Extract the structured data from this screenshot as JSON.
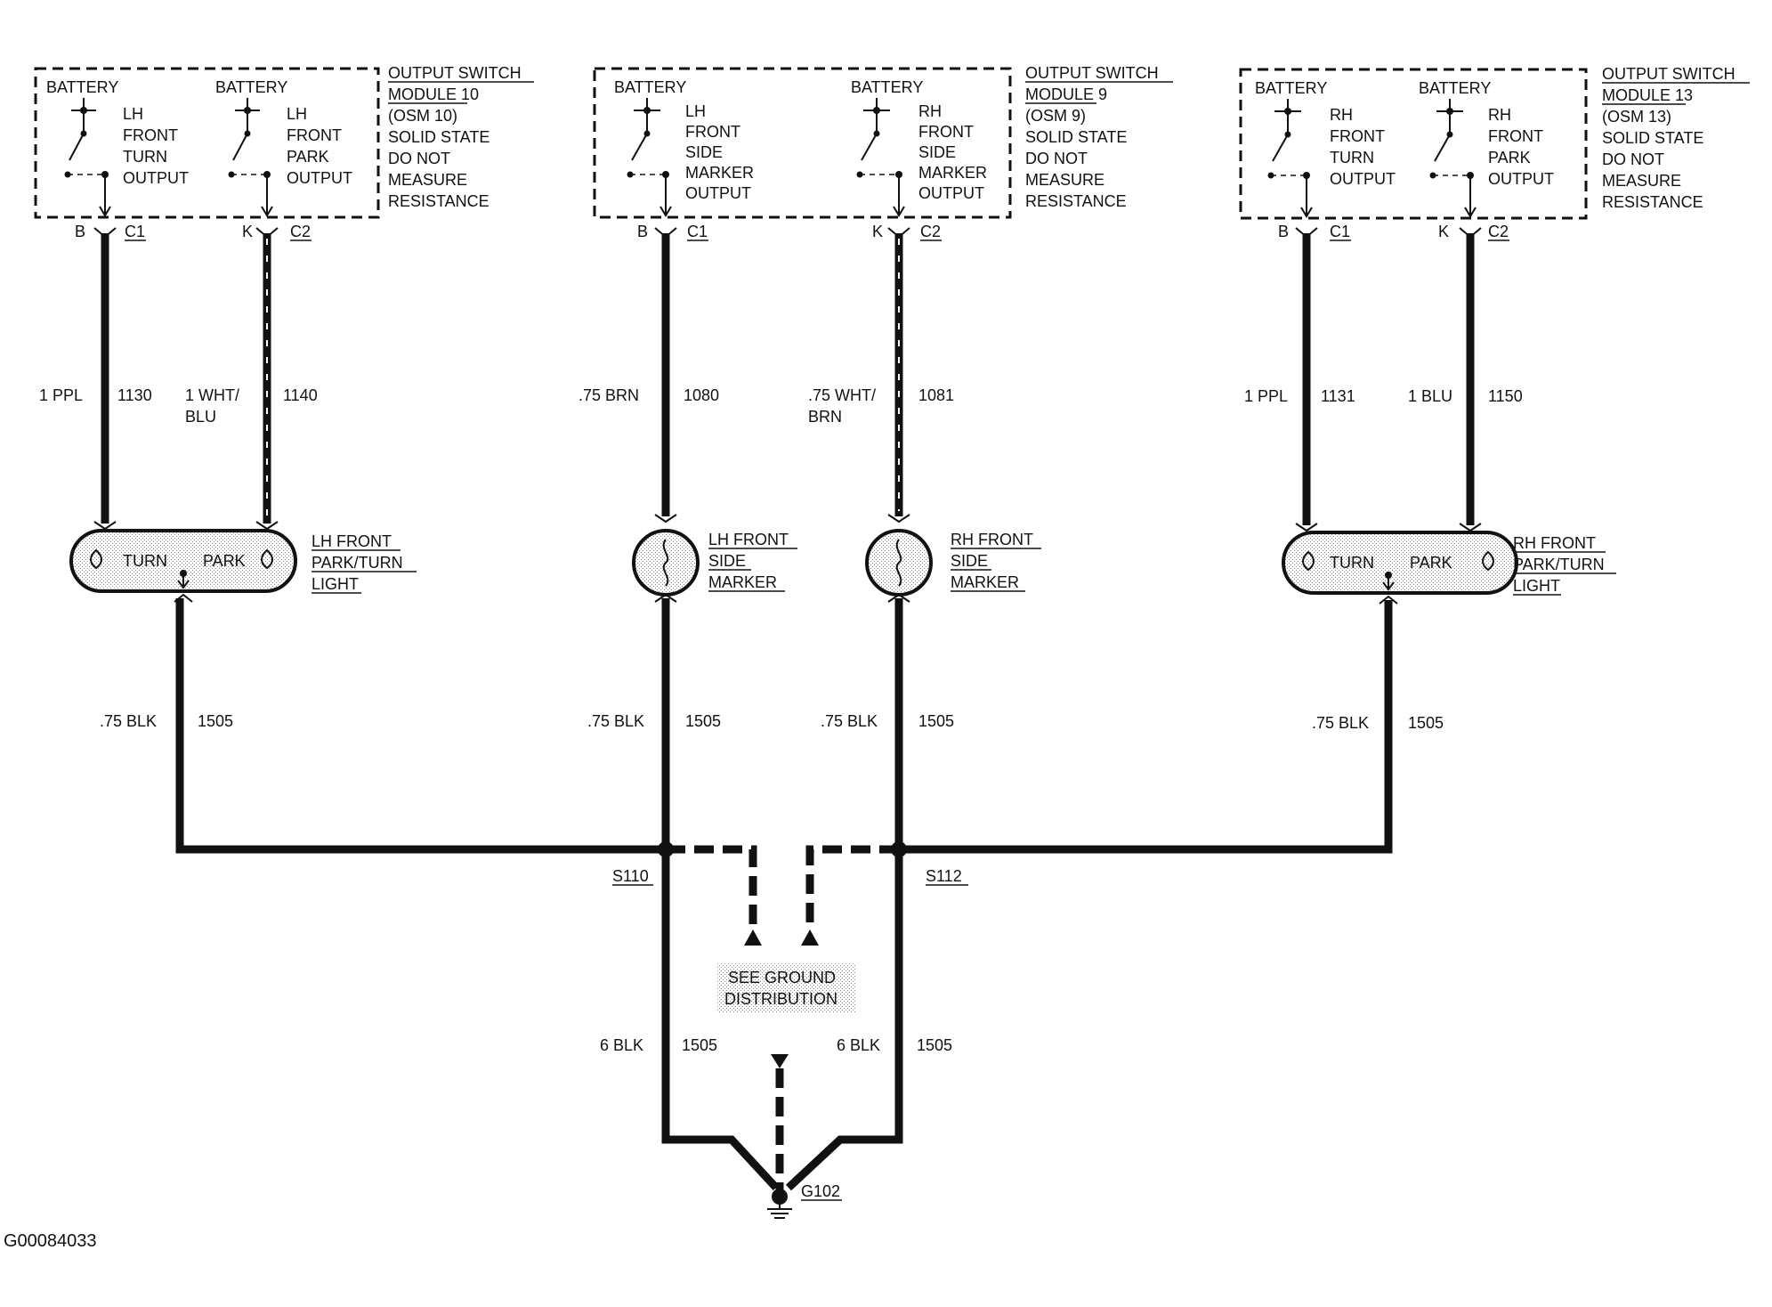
{
  "figure_id": "G00084033",
  "modules": [
    {
      "title_lines": [
        "OUTPUT SWITCH",
        "MODULE 10",
        "(OSM 10)",
        "SOLID STATE",
        "DO NOT",
        "MEASURE",
        "RESISTANCE"
      ],
      "sw1": {
        "top": "BATTERY",
        "lines": [
          "LH",
          "FRONT",
          "TURN",
          "OUTPUT"
        ]
      },
      "sw2": {
        "top": "BATTERY",
        "lines": [
          "LH",
          "FRONT",
          "PARK",
          "OUTPUT"
        ]
      },
      "pin1": "B",
      "conn1": "C1",
      "pin2": "K",
      "conn2": "C2"
    },
    {
      "title_lines": [
        "OUTPUT SWITCH",
        "MODULE 9",
        "(OSM 9)",
        "SOLID STATE",
        "DO NOT",
        "MEASURE",
        "RESISTANCE"
      ],
      "sw1": {
        "top": "BATTERY",
        "lines": [
          "LH",
          "FRONT",
          "SIDE",
          "MARKER",
          "OUTPUT"
        ]
      },
      "sw2": {
        "top": "BATTERY",
        "lines": [
          "RH",
          "FRONT",
          "SIDE",
          "MARKER",
          "OUTPUT"
        ]
      },
      "pin1": "B",
      "conn1": "C1",
      "pin2": "K",
      "conn2": "C2"
    },
    {
      "title_lines": [
        "OUTPUT SWITCH",
        "MODULE 13",
        "(OSM 13)",
        "SOLID STATE",
        "DO NOT",
        "MEASURE",
        "RESISTANCE"
      ],
      "sw1": {
        "top": "BATTERY",
        "lines": [
          "RH",
          "FRONT",
          "TURN",
          "OUTPUT"
        ]
      },
      "sw2": {
        "top": "BATTERY",
        "lines": [
          "RH",
          "FRONT",
          "PARK",
          "OUTPUT"
        ]
      },
      "pin1": "B",
      "conn1": "C1",
      "pin2": "K",
      "conn2": "C2"
    }
  ],
  "upper_wires": [
    {
      "size_color": [
        "1 PPL"
      ],
      "circuit": "1130"
    },
    {
      "size_color": [
        "1 WHT/",
        "BLU"
      ],
      "circuit": "1140"
    },
    {
      "size_color": [
        ".75 BRN"
      ],
      "circuit": "1080"
    },
    {
      "size_color": [
        ".75 WHT/",
        "BRN"
      ],
      "circuit": "1081"
    },
    {
      "size_color": [
        "1 PPL"
      ],
      "circuit": "1131"
    },
    {
      "size_color": [
        "1 BLU"
      ],
      "circuit": "1150"
    }
  ],
  "lights": [
    {
      "label_lines": [
        "LH FRONT",
        "PARK/TURN",
        "LIGHT"
      ],
      "turn": "TURN",
      "park": "PARK"
    },
    {
      "label_lines": [
        "LH FRONT",
        "SIDE",
        "MARKER"
      ]
    },
    {
      "label_lines": [
        "RH FRONT",
        "SIDE",
        "MARKER"
      ]
    },
    {
      "label_lines": [
        "RH FRONT",
        "PARK/TURN",
        "LIGHT"
      ],
      "turn": "TURN",
      "park": "PARK"
    }
  ],
  "lower_wires": [
    {
      "size_color": ".75 BLK",
      "circuit": "1505"
    },
    {
      "size_color": ".75 BLK",
      "circuit": "1505"
    },
    {
      "size_color": ".75 BLK",
      "circuit": "1505"
    },
    {
      "size_color": ".75 BLK",
      "circuit": "1505"
    }
  ],
  "splices": {
    "left": "S110",
    "right": "S112"
  },
  "ground_note": [
    "SEE GROUND",
    "DISTRIBUTION"
  ],
  "ground_wires": [
    {
      "size_color": "6 BLK",
      "circuit": "1505"
    },
    {
      "size_color": "6 BLK",
      "circuit": "1505"
    }
  ],
  "ground": "G102"
}
